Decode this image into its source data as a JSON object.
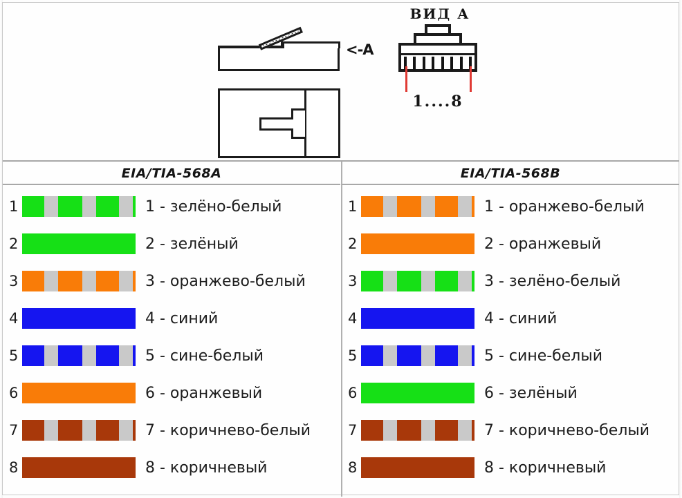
{
  "diagram": {
    "view_label": "ВИД А",
    "pin_range_label": "1....8",
    "side_view_marker": "<-A",
    "pin_count": 8,
    "accent_red": "#e03a34",
    "line_color": "#1b1b1b"
  },
  "palette": {
    "green": "#16e016",
    "orange": "#f97c08",
    "blue": "#1515f0",
    "brown": "#a8380a",
    "stripe_gray": "#c9c9c9"
  },
  "columns": [
    {
      "id": "568a",
      "title": "EIA/TIA-568A",
      "rows": [
        {
          "pin": "1",
          "label": "1 - зелёно-белый",
          "color": "#16e016",
          "striped": true
        },
        {
          "pin": "2",
          "label": "2 - зелёный",
          "color": "#16e016",
          "striped": false
        },
        {
          "pin": "3",
          "label": "3 - оранжево-белый",
          "color": "#f97c08",
          "striped": true
        },
        {
          "pin": "4",
          "label": "4 - синий",
          "color": "#1515f0",
          "striped": false
        },
        {
          "pin": "5",
          "label": "5 - сине-белый",
          "color": "#1515f0",
          "striped": true
        },
        {
          "pin": "6",
          "label": "6 - оранжевый",
          "color": "#f97c08",
          "striped": false
        },
        {
          "pin": "7",
          "label": "7 - коричнево-белый",
          "color": "#a8380a",
          "striped": true
        },
        {
          "pin": "8",
          "label": "8 - коричневый",
          "color": "#a8380a",
          "striped": false
        }
      ]
    },
    {
      "id": "568b",
      "title": "EIA/TIA-568B",
      "rows": [
        {
          "pin": "1",
          "label": "1 - оранжево-белый",
          "color": "#f97c08",
          "striped": true
        },
        {
          "pin": "2",
          "label": "2 - оранжевый",
          "color": "#f97c08",
          "striped": false
        },
        {
          "pin": "3",
          "label": "3 - зелёно-белый",
          "color": "#16e016",
          "striped": true
        },
        {
          "pin": "4",
          "label": "4 - синий",
          "color": "#1515f0",
          "striped": false
        },
        {
          "pin": "5",
          "label": "5 - сине-белый",
          "color": "#1515f0",
          "striped": true
        },
        {
          "pin": "6",
          "label": "6 - зелёный",
          "color": "#16e016",
          "striped": false
        },
        {
          "pin": "7",
          "label": "7 - коричнево-белый",
          "color": "#a8380a",
          "striped": true
        },
        {
          "pin": "8",
          "label": "8 - коричневый",
          "color": "#a8380a",
          "striped": false
        }
      ]
    }
  ]
}
